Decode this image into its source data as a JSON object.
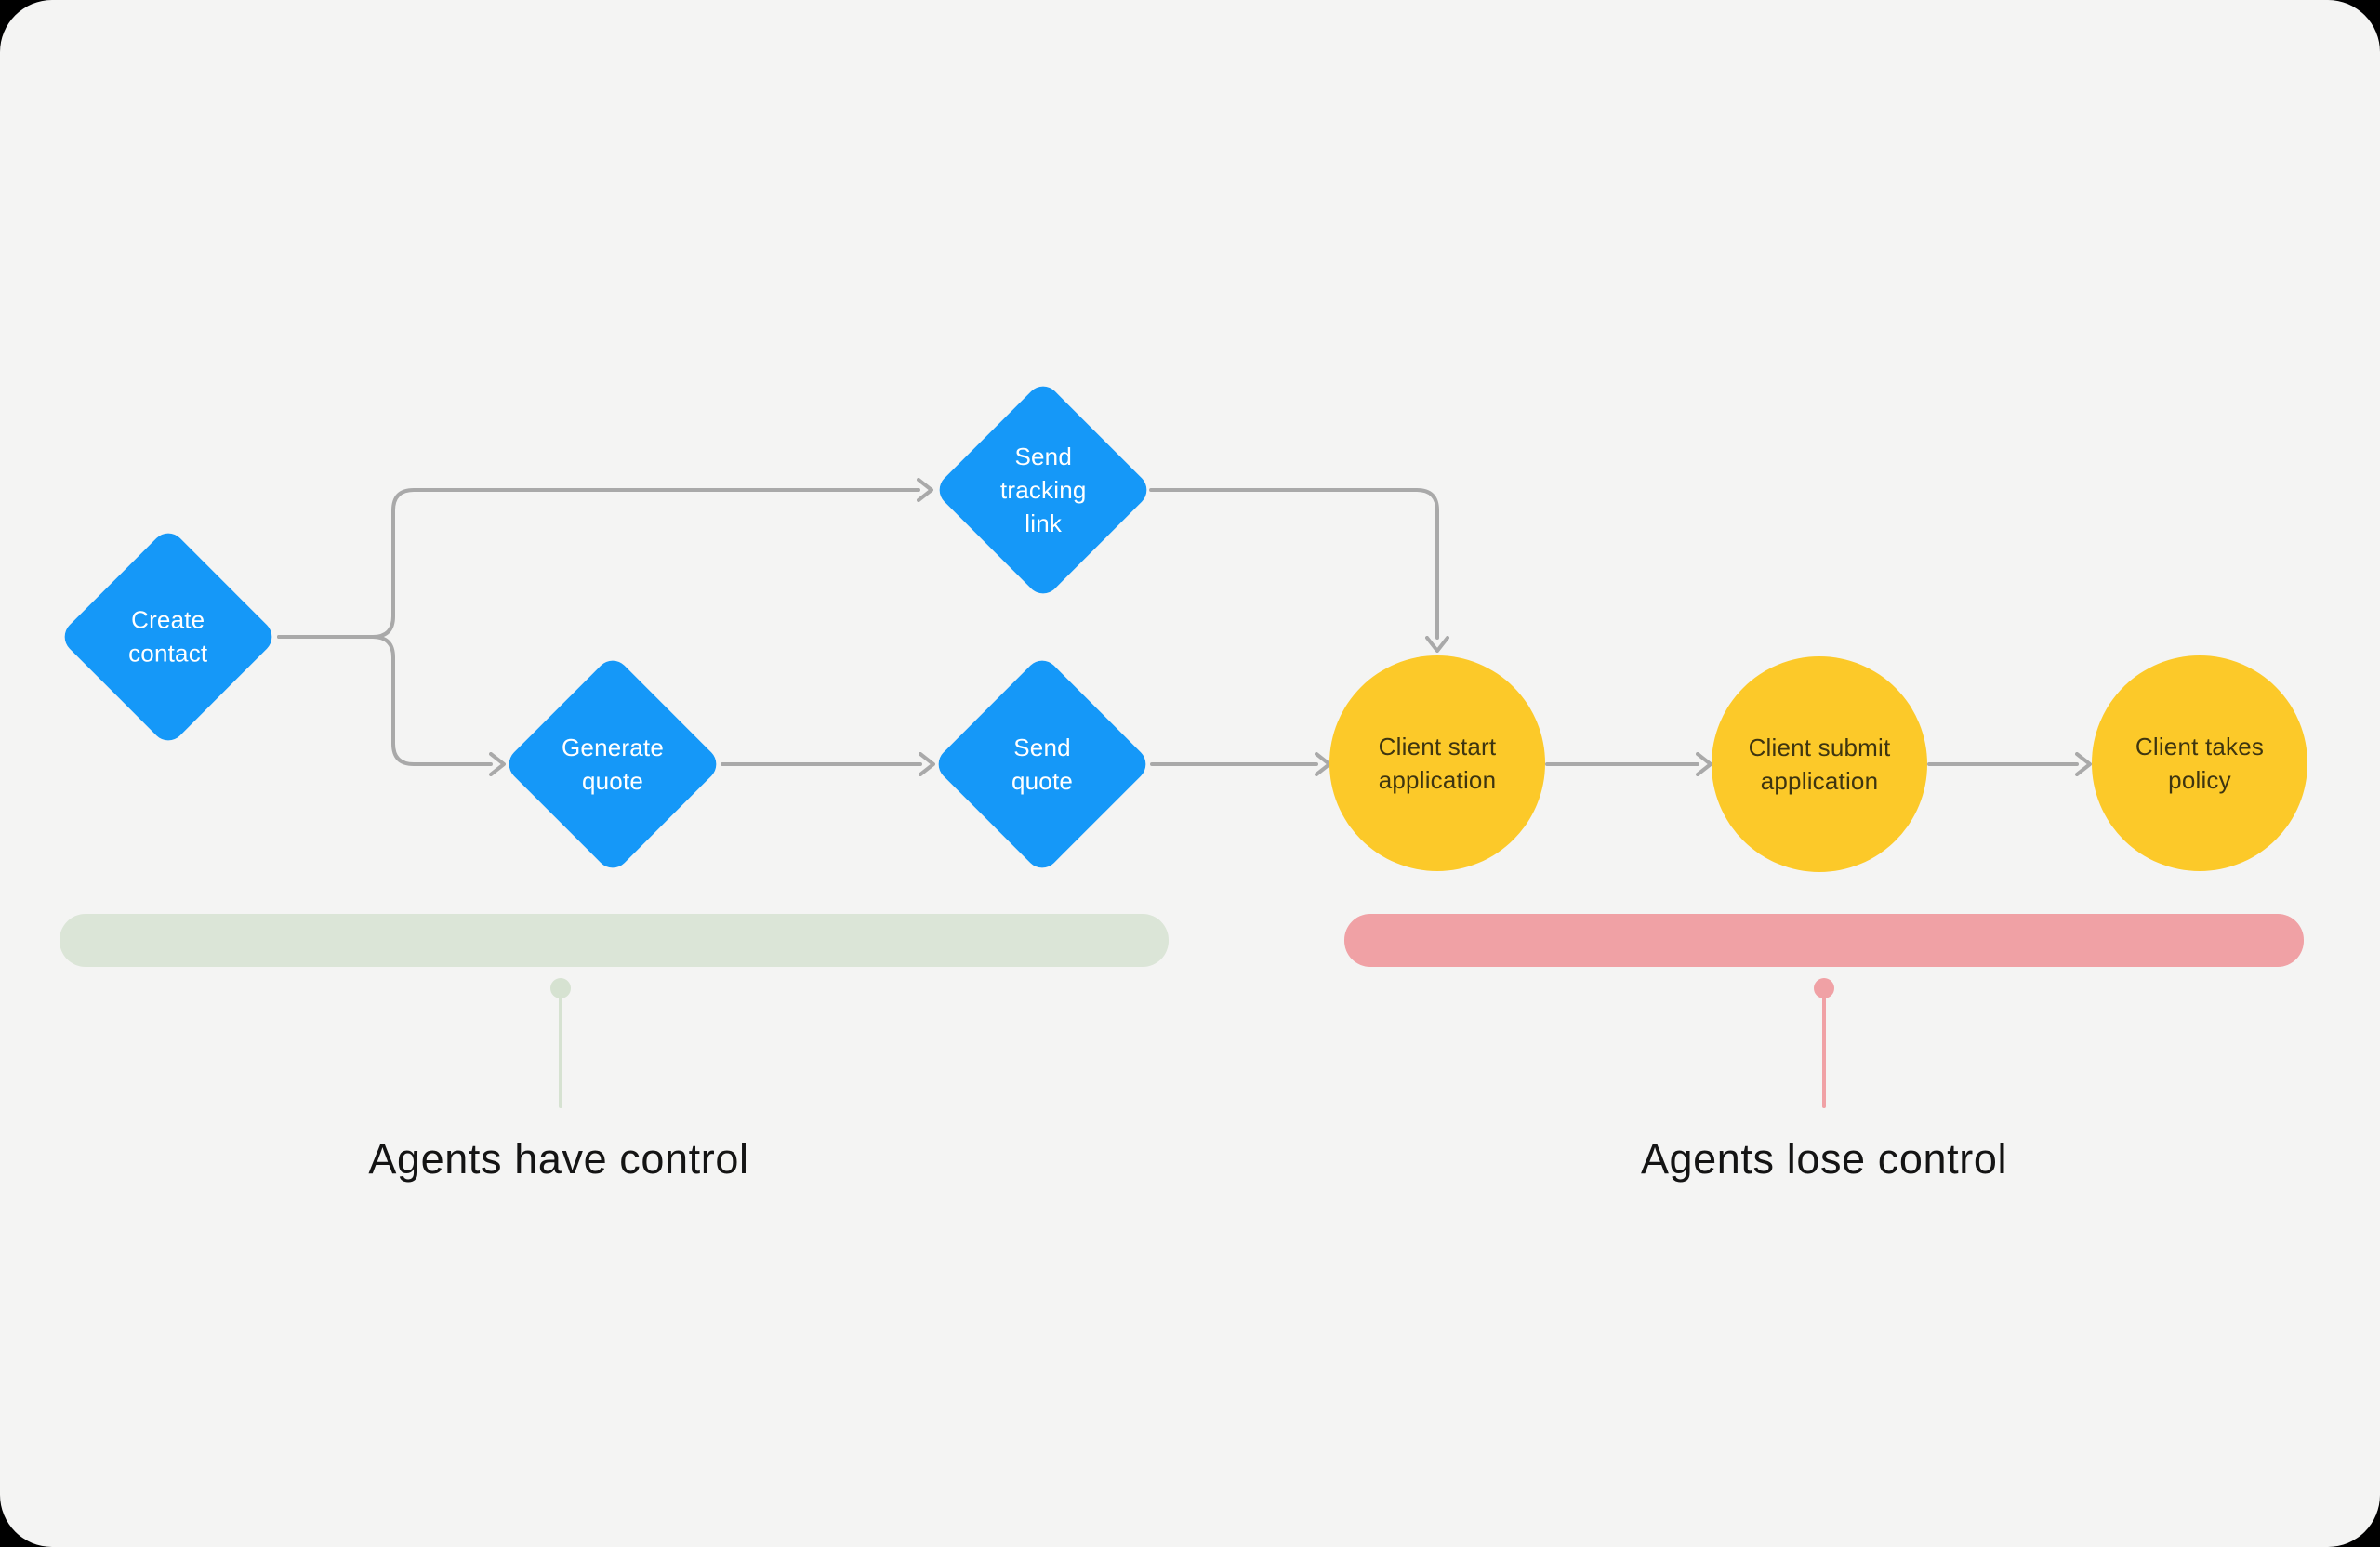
{
  "canvas": {
    "background_color": "#f4f4f3",
    "frame_color": "#000000"
  },
  "palette": {
    "diamond_blue": "#1598f8",
    "circle_yellow": "#fcc929",
    "diamond_text": "#ffffff",
    "circle_text": "#3e3510",
    "connector_gray": "#a9a9a9",
    "agents_zone_green": "#dbe5d7",
    "clients_zone_pink": "#f0a1a5",
    "caption_text": "#141414"
  },
  "nodes": [
    {
      "id": "create-contact",
      "shape": "diamond",
      "label": "Create\ncontact"
    },
    {
      "id": "send-tracking-link",
      "shape": "diamond",
      "label": "Send\ntracking\nlink"
    },
    {
      "id": "generate-quote",
      "shape": "diamond",
      "label": "Generate\nquote"
    },
    {
      "id": "send-quote",
      "shape": "diamond",
      "label": "Send\nquote"
    },
    {
      "id": "client-start-application",
      "shape": "circle",
      "label": "Client start\napplication"
    },
    {
      "id": "client-submit-application",
      "shape": "circle",
      "label": "Client submit\napplication"
    },
    {
      "id": "client-takes-policy",
      "shape": "circle",
      "label": "Client takes\npolicy"
    }
  ],
  "connectors": [
    {
      "from": "create-contact",
      "to": "send-tracking-link"
    },
    {
      "from": "create-contact",
      "to": "generate-quote"
    },
    {
      "from": "generate-quote",
      "to": "send-quote"
    },
    {
      "from": "send-quote",
      "to": "client-start-application"
    },
    {
      "from": "send-tracking-link",
      "to": "client-start-application"
    },
    {
      "from": "client-start-application",
      "to": "client-submit-application"
    },
    {
      "from": "client-submit-application",
      "to": "client-takes-policy"
    }
  ],
  "zones": [
    {
      "id": "agents-have-control",
      "caption": "Agents have control",
      "color": "#dbe5d7"
    },
    {
      "id": "agents-lose-control",
      "caption": "Agents lose control",
      "color": "#f0a1a5"
    }
  ]
}
